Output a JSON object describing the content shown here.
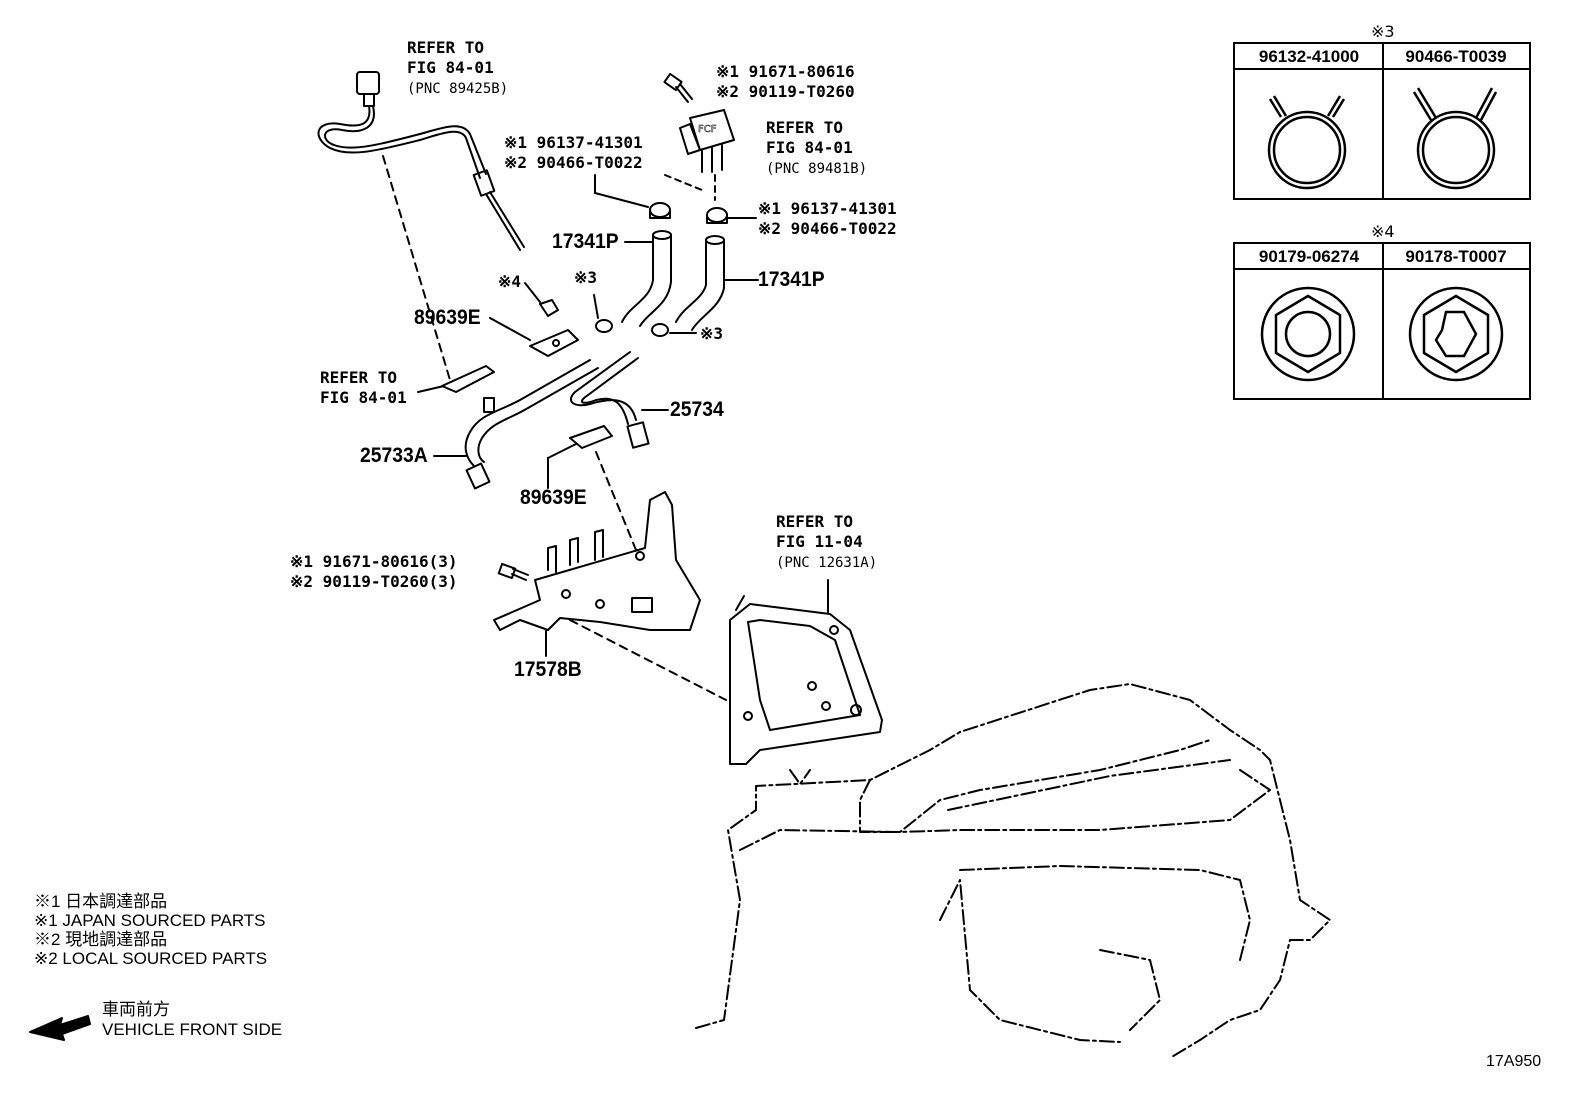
{
  "refs": {
    "ref_89425b": {
      "line1": "REFER TO",
      "line2": "FIG 84-01",
      "line3": "(PNC 89425B)"
    },
    "ref_89481b": {
      "line1": "REFER TO",
      "line2": "FIG 84-01",
      "line3": "(PNC 89481B)"
    },
    "ref_8401_left": {
      "line1": "REFER TO",
      "line2": "FIG 84-01"
    },
    "ref_12631a": {
      "line1": "REFER TO",
      "line2": "FIG 11-04",
      "line3": "(PNC 12631A)"
    }
  },
  "part_labels": {
    "bolt_top_1": "※1 91671-80616",
    "bolt_top_2": "※2 90119-T0260",
    "clip_left_1": "※1 96137-41301",
    "clip_left_2": "※2 90466-T0022",
    "clip_right_1": "※1 96137-41301",
    "clip_right_2": "※2 90466-T0022",
    "bolt_mid_1": "※1 91671-80616(3)",
    "bolt_mid_2": "※2 90119-T0260(3)",
    "mark4": "※4",
    "mark3_left": "※3",
    "mark3_right": "※3"
  },
  "part_numbers": {
    "hose_left": "17341P",
    "hose_right": "17341P",
    "bracket_top": "89639E",
    "bracket_bottom": "89639E",
    "pipe_left": "25733A",
    "pipe_right": "25734",
    "bracket_main": "17578B"
  },
  "table3": {
    "mark": "※3",
    "col1": "96132-41000",
    "col2": "90466-T0039"
  },
  "table4": {
    "mark": "※4",
    "col1": "90179-06274",
    "col2": "90178-T0007"
  },
  "notes": {
    "n1": "※1 日本調達部品",
    "n2": "※1 JAPAN SOURCED PARTS",
    "n3": "※2 現地調達部品",
    "n4": "※2 LOCAL SOURCED PARTS"
  },
  "front": {
    "jp": "車両前方",
    "en": "VEHICLE FRONT SIDE"
  },
  "figure_code": "17A950"
}
